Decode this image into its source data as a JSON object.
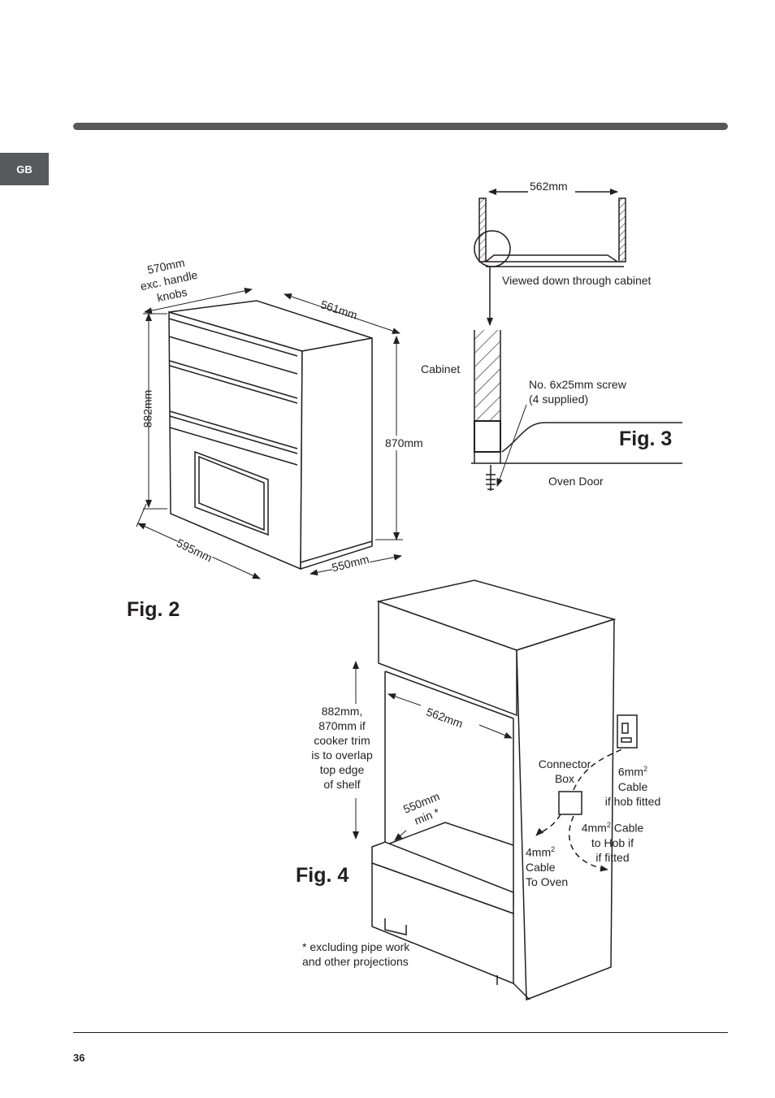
{
  "header": {
    "language_tab": "GB"
  },
  "footer": {
    "page_number": "36"
  },
  "fig2": {
    "title": "Fig. 2",
    "dim_570": "570mm",
    "dim_570_note1": "exc. handle",
    "dim_570_note2": "knobs",
    "dim_561": "561mm",
    "dim_882": "882mm",
    "dim_870": "870mm",
    "dim_595": "595mm",
    "dim_550": "550mm"
  },
  "fig3": {
    "title": "Fig. 3",
    "dim_562": "562mm",
    "viewed_note": "Viewed down through cabinet",
    "cabinet_label": "Cabinet",
    "screw_line1": "No. 6x25mm screw",
    "screw_line2": "(4 supplied)",
    "oven_door_label": "Oven Door"
  },
  "fig4": {
    "title": "Fig. 4",
    "height_line1": "882mm,",
    "height_line2": "870mm if",
    "height_line3": "cooker trim",
    "height_line4": "is to overlap",
    "height_line5": "top edge",
    "height_line6": "of shelf",
    "dim_562": "562mm",
    "depth_line1": "550mm",
    "depth_line2": "min *",
    "connector_line1": "Connector",
    "connector_line2": "Box",
    "cable6_line1": "6mm",
    "cable6_line2": "Cable",
    "cable6_line3": "if hob fitted",
    "cable_hob_line1": "4mm",
    "cable_hob_line1b": "Cable",
    "cable_hob_line2": "to Hob if",
    "cable_hob_line3": "if fitted",
    "cable_oven_line1": "4mm",
    "cable_oven_line2": "Cable",
    "cable_oven_line3": "To Oven",
    "superscript": "2",
    "footnote_line1": "* excluding pipe work",
    "footnote_line2": "and other projections"
  }
}
